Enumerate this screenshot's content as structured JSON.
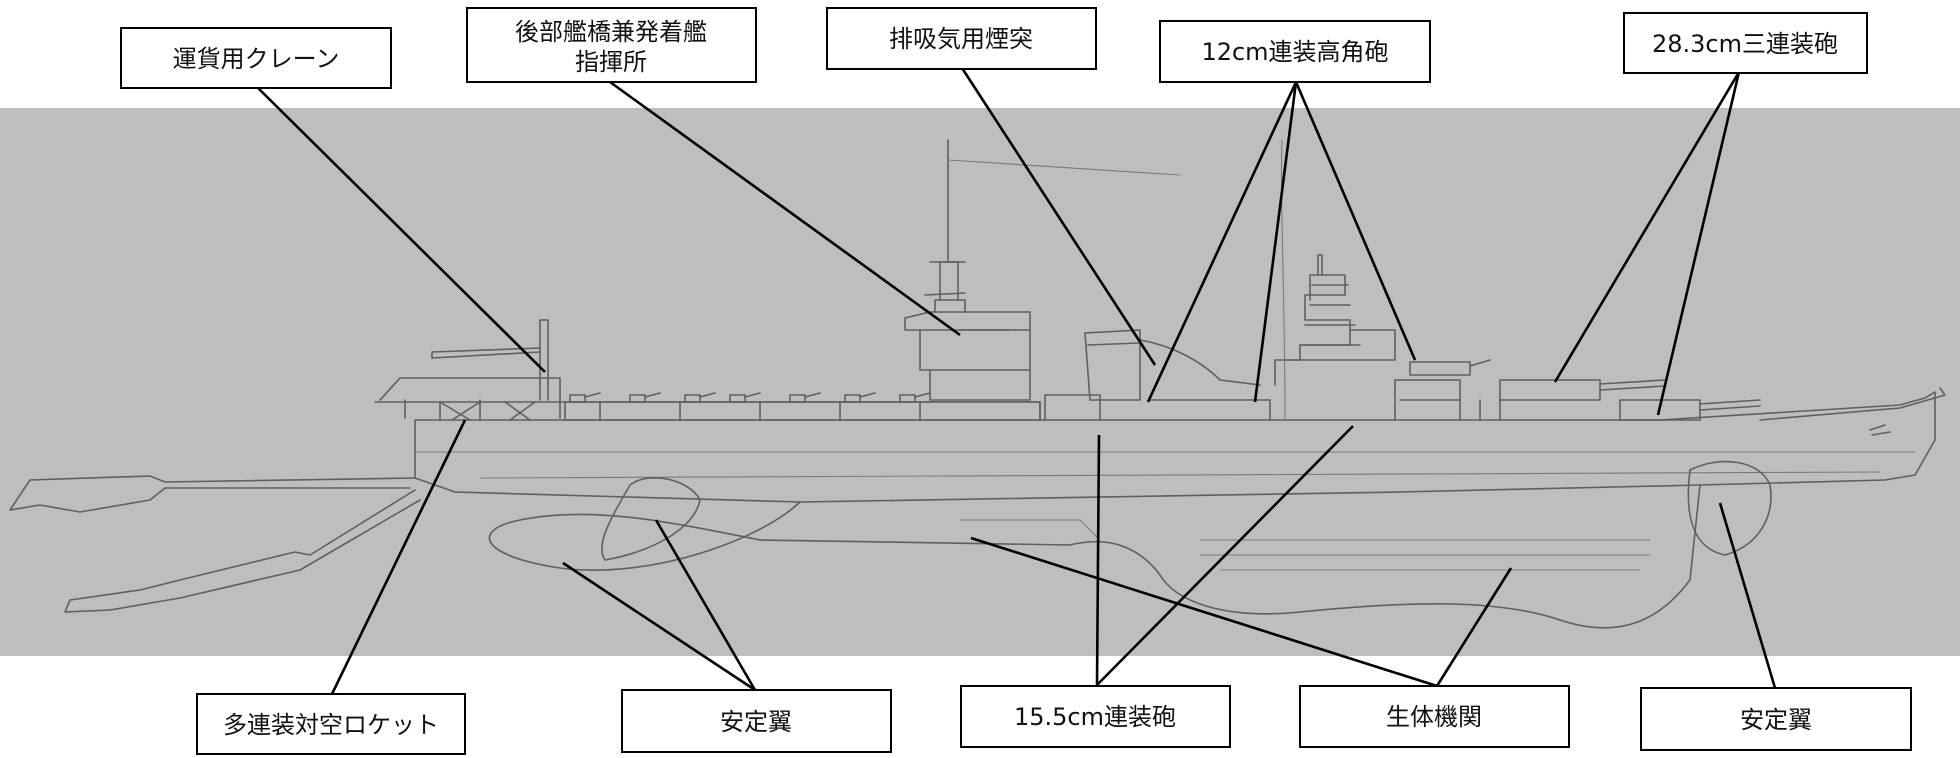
{
  "labels": {
    "crane": "運貨用クレーン",
    "rear_bridge_line1": "後部艦橋兼発着艦",
    "rear_bridge_line2": "指揮所",
    "funnel": "排吸気用煙突",
    "aa_gun": "12cm連装高角砲",
    "main_gun": "28.3cm三連装砲",
    "rocket": "多連装対空ロケット",
    "stabilizer_left": "安定翼",
    "secondary_gun": "15.5cm連装砲",
    "bio_engine": "生体機関",
    "stabilizer_right": "安定翼"
  },
  "colors": {
    "paper": "#bcbfbb",
    "pencil": "#5e605c",
    "leader": "#000000",
    "box_fill": "#ffffff"
  }
}
